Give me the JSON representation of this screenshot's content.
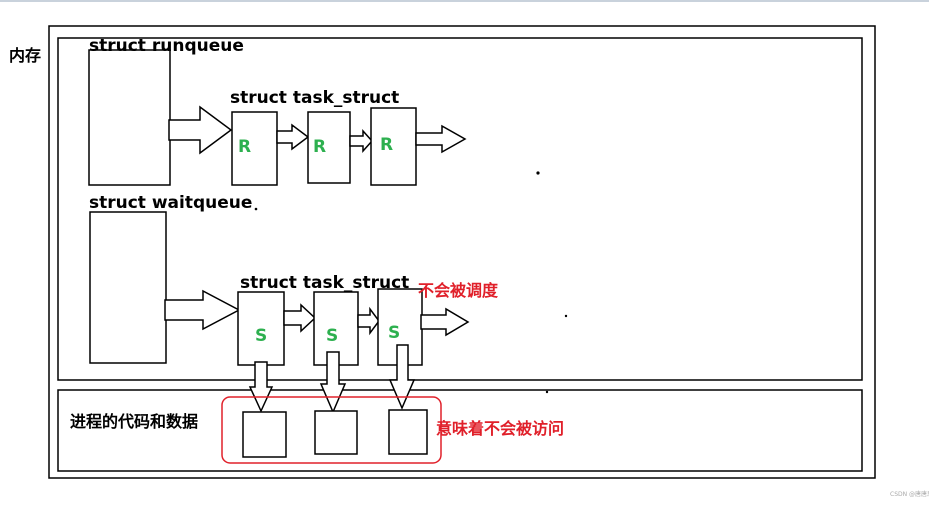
{
  "labels": {
    "memory": "内存",
    "runqueue": "struct runqueue",
    "waitqueue": "struct waitqueue",
    "task_struct_top": "struct task_struct",
    "task_struct_bottom": "struct task_struct",
    "code_data": "进程的代码和数据"
  },
  "run_tasks": [
    {
      "state": "R"
    },
    {
      "state": "R"
    },
    {
      "state": "R"
    }
  ],
  "wait_tasks": [
    {
      "state": "S"
    },
    {
      "state": "S"
    },
    {
      "state": "S"
    }
  ],
  "annotations": {
    "not_scheduled": "不会被调度",
    "not_accessed": "意味着不会被访问"
  },
  "watermark": "CSDN @唐唐思",
  "colors": {
    "running_state": "#2db04f",
    "sleeping_state": "#2db04f",
    "annotation_red": "#e0202a",
    "line": "#000000"
  }
}
